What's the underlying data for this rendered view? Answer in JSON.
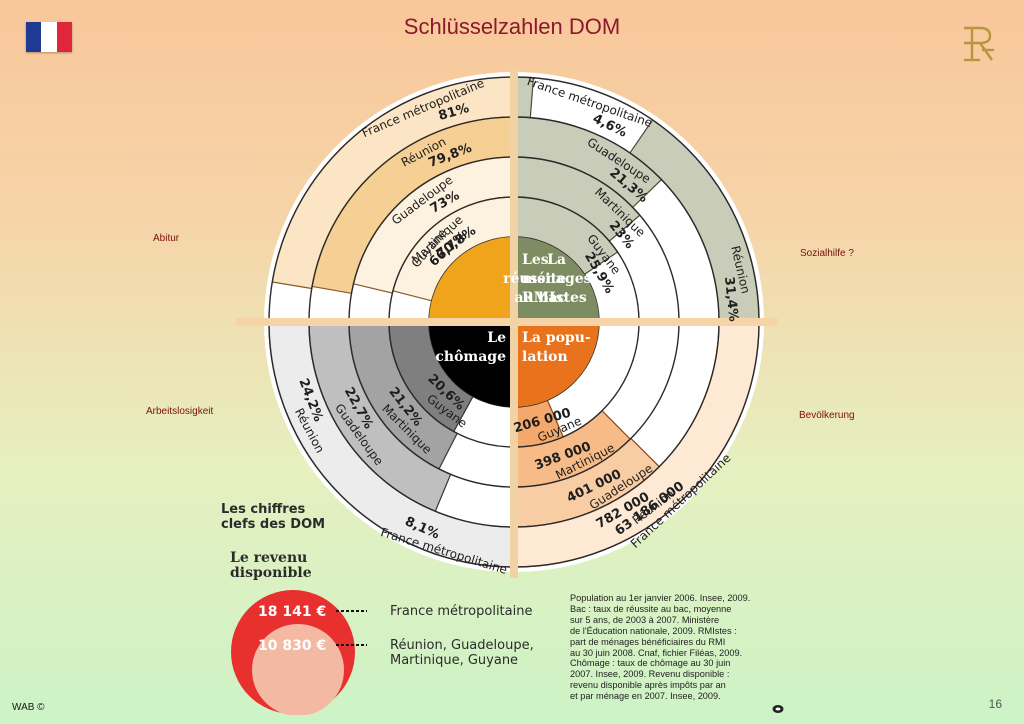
{
  "slide": {
    "title": "Schlüsselzahlen DOM",
    "page_number": "16",
    "copyright": "WAB ©",
    "flag_colors": [
      "#1f3a93",
      "#ffffff",
      "#e0263a"
    ]
  },
  "side_labels": {
    "top_left": "Abitur",
    "top_right": "Sozialhilfe ?",
    "bottom_left": "Arbeitslosigkeit",
    "bottom_right": "Bevölkerung"
  },
  "wheel": {
    "bac": {
      "center_label": [
        "La",
        "réussite",
        "au bac"
      ],
      "color": "#f0a41c",
      "items": [
        {
          "name": "France métropolitaine",
          "value": "81%"
        },
        {
          "name": "Réunion",
          "value": "79,8%"
        },
        {
          "name": "Guadeloupe",
          "value": "73%"
        },
        {
          "name": "Martinique",
          "value": "70,8%"
        },
        {
          "name": "Guyane",
          "value": "66,7%"
        }
      ]
    },
    "rmi": {
      "center_label": [
        "Les",
        "ménages",
        "RMIstes"
      ],
      "color": "#7e8c62",
      "items": [
        {
          "name": "France métropolitaine",
          "value": "4,6%"
        },
        {
          "name": "Guadeloupe",
          "value": "21,3%"
        },
        {
          "name": "Martinique",
          "value": "23%"
        },
        {
          "name": "Guyane",
          "value": "25,9%"
        },
        {
          "name": "Réunion",
          "value": "31,4%"
        }
      ]
    },
    "chomage": {
      "center_label": [
        "Le",
        "chômage"
      ],
      "color": "#000000",
      "items": [
        {
          "name": "Réunion",
          "value": "24,2%"
        },
        {
          "name": "Guadeloupe",
          "value": "22,7%"
        },
        {
          "name": "Martinique",
          "value": "21,2%"
        },
        {
          "name": "Guyane",
          "value": "20,6%"
        },
        {
          "name": "France métropolitaine",
          "value": "8,1%"
        }
      ]
    },
    "population": {
      "center_label": [
        "La popu-",
        "lation"
      ],
      "color": "#e8731c",
      "items": [
        {
          "name": "Guyane",
          "value": "206 000"
        },
        {
          "name": "Martinique",
          "value": "398 000"
        },
        {
          "name": "Guadeloupe",
          "value": "401 000"
        },
        {
          "name": "Réunion",
          "value": "782 000"
        },
        {
          "name": "France métropolitaine",
          "value": "63 186 000"
        }
      ]
    }
  },
  "heading": [
    "Les chiffres",
    "clefs des DOM"
  ],
  "revenue": {
    "heading": [
      "Le revenu",
      "disponible"
    ],
    "metro_value": "18 141 €",
    "metro_label": "France métropolitaine",
    "dom_value": "10 830 €",
    "dom_label": [
      "Réunion, Guadeloupe,",
      "Martinique, Guyane"
    ]
  },
  "sources": "Population au 1er janvier 2006. Insee, 2009.\nBac : taux de réussite au bac, moyenne\nsur 5 ans, de 2003 à 2007. Ministère\nde l'Éducation nationale, 2009. RMIstes :\npart de ménages bénéficiaires du RMI\nau 30 juin 2008. Cnaf, fichier Filéas, 2009.\nChômage : taux de chômage au 30 juin\n2007. Insee, 2009. Revenu disponible :\nrevenu disponible après impôts par an\net par ménage en 2007. Insee, 2009."
}
